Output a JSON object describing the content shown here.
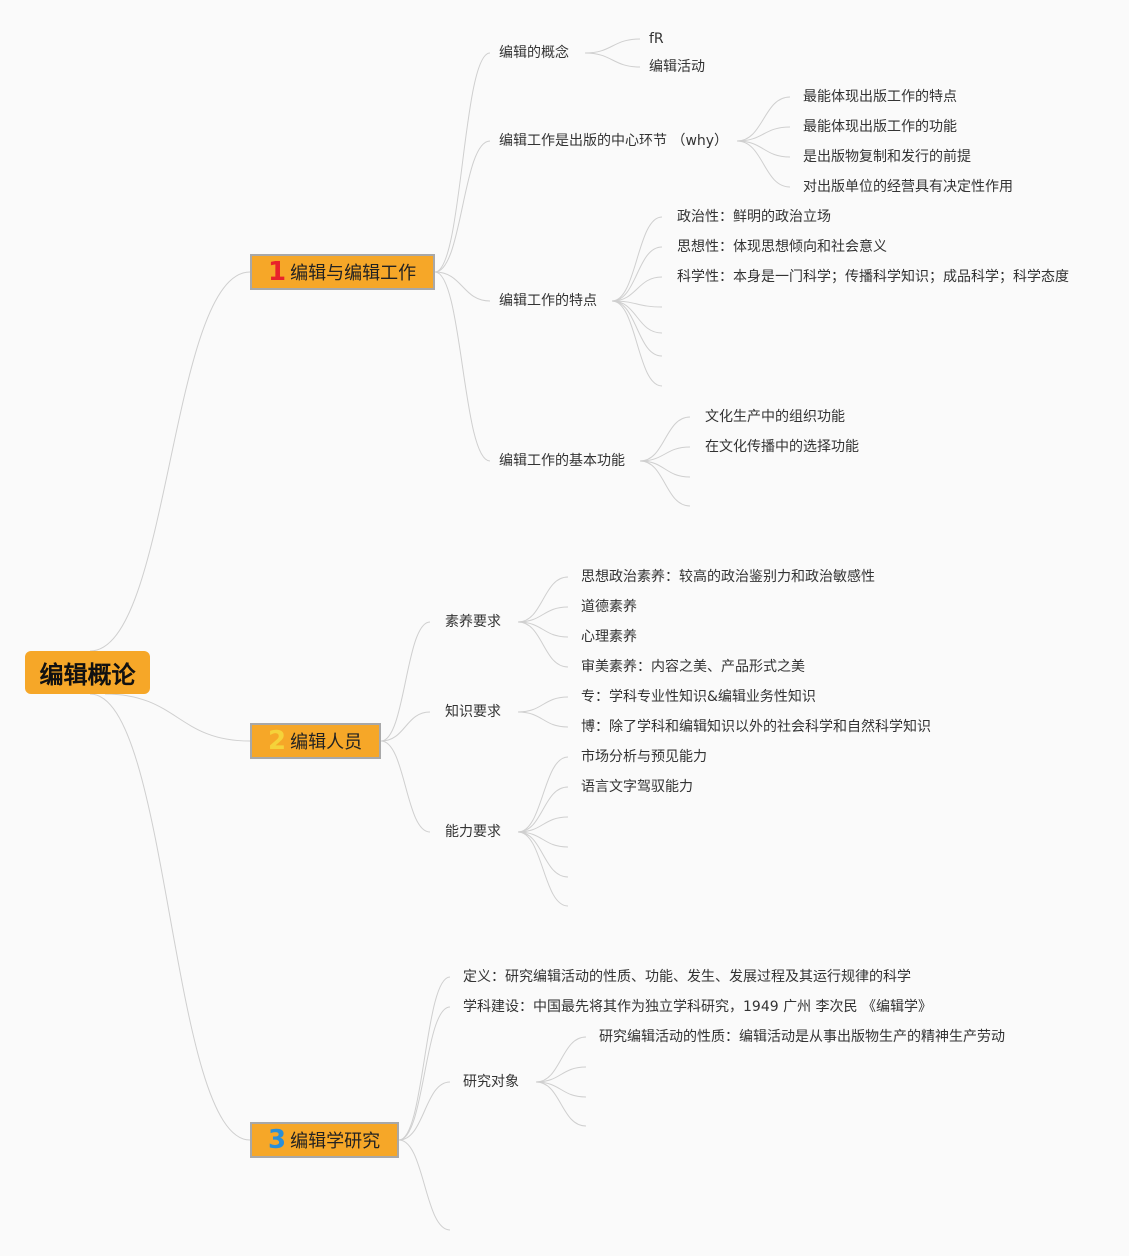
{
  "root": {
    "label": "编辑概论"
  },
  "branches": [
    {
      "number": "1",
      "number_color": "#e8232b",
      "label": "编辑与编辑工作",
      "children": [
        {
          "label": "编辑的概念",
          "children": [
            "fR",
            "编辑活动"
          ]
        },
        {
          "label": "编辑工作是出版的中心环节 （why）",
          "children": [
            "最能体现出版工作的特点",
            "最能体现出版工作的功能",
            "是出版物复制和发行的前提",
            "对出版单位的经营具有决定性作用"
          ]
        },
        {
          "label": "编辑工作的特点",
          "children": [
            "政治性：鲜明的政治立场",
            "思想性：体现思想倾向和社会意义",
            "科学性：本身是一门科学；传播科学知识；成品科学；科学态度"
          ]
        },
        {
          "label": "编辑工作的基本功能",
          "children": [
            "文化生产中的组织功能",
            "在文化传播中的选择功能"
          ]
        }
      ]
    },
    {
      "number": "2",
      "number_color": "#f5d23a",
      "label": "编辑人员",
      "children": [
        {
          "label": "素养要求",
          "children": [
            "思想政治素养：较高的政治鉴别力和政治敏感性",
            "道德素养",
            "心理素养",
            "审美素养：内容之美、产品形式之美"
          ]
        },
        {
          "label": "知识要求",
          "children": [
            "专：学科专业性知识&编辑业务性知识",
            "博：除了学科和编辑知识以外的社会科学和自然科学知识"
          ]
        },
        {
          "label": "能力要求",
          "children": [
            "市场分析与预见能力",
            "语言文字驾驭能力"
          ]
        }
      ]
    },
    {
      "number": "3",
      "number_color": "#2a8fd8",
      "label": "编辑学研究",
      "children": [
        {
          "label": "定义：研究编辑活动的性质、功能、发生、发展过程及其运行规律的科学",
          "children": []
        },
        {
          "label": "学科建设：中国最先将其作为独立学科研究，1949 广州 李次民 《编辑学》",
          "children": []
        },
        {
          "label": "研究对象",
          "children": [
            "研究编辑活动的性质：编辑活动是从事出版物生产的精神生产劳动"
          ]
        }
      ]
    }
  ]
}
